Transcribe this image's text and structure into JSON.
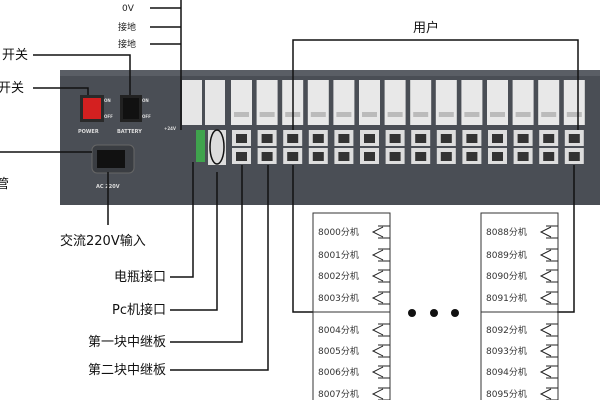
{
  "top_labels": {
    "zero_v": "0V",
    "ground1": "接地",
    "ground2": "接地"
  },
  "left_labels": {
    "battery_switch": "开关",
    "power_switch": "开关",
    "fuse": "管"
  },
  "panel": {
    "power_label": "POWER",
    "battery_label": "BATTERY",
    "on": "ON",
    "off": "OFF",
    "ac_label": "AC 220V",
    "terminal": "+24V"
  },
  "bottom_labels": {
    "ac_input": "交流220V输入",
    "battery_port": "电瓶接口",
    "pc_port": "Pc机接口",
    "trunk1": "第一块中继板",
    "trunk2": "第二块中继板"
  },
  "users_label": "用户",
  "left_extensions": [
    "8000分机",
    "8001分机",
    "8002分机",
    "8003分机",
    "8004分机",
    "8005分机",
    "8006分机",
    "8007分机"
  ],
  "right_extensions": [
    "8088分机",
    "8089分机",
    "8090分机",
    "8091分机",
    "8092分机",
    "8093分机",
    "8094分机",
    "8095分机"
  ],
  "colors": {
    "panel": "#4a4e55",
    "power_switch": "#d42020"
  }
}
